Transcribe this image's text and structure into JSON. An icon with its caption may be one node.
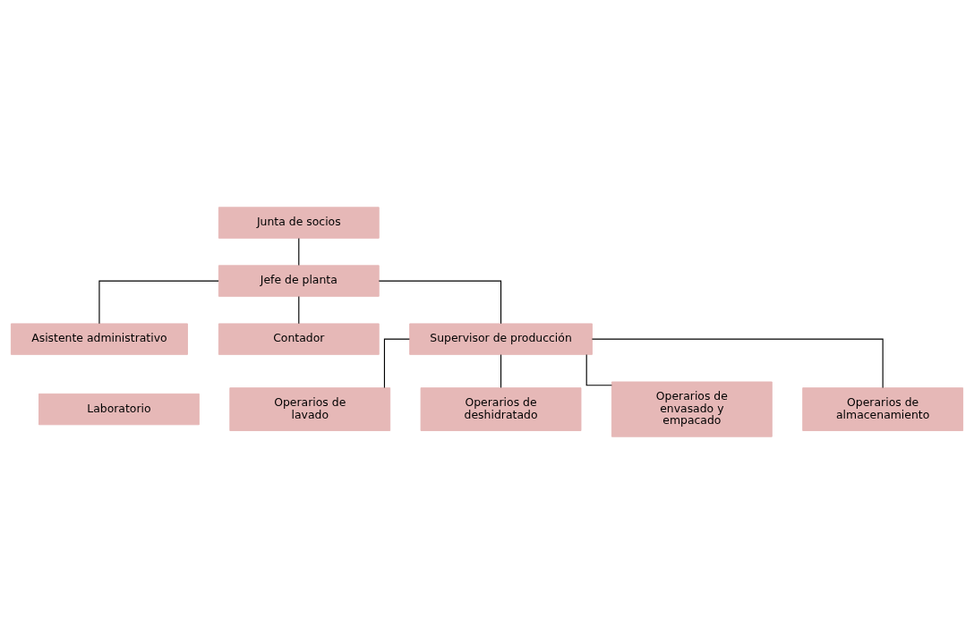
{
  "diagram": {
    "nodes": [
      {
        "text": [
          "Junta de socios"
        ]
      },
      {
        "text": [
          "Jefe de planta"
        ]
      },
      {
        "text": [
          "Asistente administrativo"
        ]
      },
      {
        "text": [
          "Contador"
        ]
      },
      {
        "text": [
          "Supervisor de producción"
        ]
      },
      {
        "text": [
          "Laboratorio"
        ]
      },
      {
        "text": [
          "Operarios de lavado"
        ]
      },
      {
        "text": [
          "Operarios de deshidratado"
        ]
      },
      {
        "text": [
          "Operarios de envasado y empacado"
        ]
      },
      {
        "text": [
          "Operarios de almacenamiento"
        ]
      }
    ],
    "edges": [
      {
        "from": 0,
        "to": 1,
        "arrow": "none"
      },
      {
        "from": 1,
        "to": 2,
        "arrow": "none"
      },
      {
        "from": 1,
        "to": 3,
        "arrow": "none"
      },
      {
        "from": 1,
        "to": 4,
        "arrow": "none"
      },
      {
        "from": 4,
        "to": 6,
        "arrow": "none"
      },
      {
        "from": 4,
        "to": 7,
        "arrow": "none"
      },
      {
        "from": 4,
        "to": 8,
        "arrow": "none"
      },
      {
        "from": 4,
        "to": 9,
        "arrow": "none"
      }
    ]
  }
}
